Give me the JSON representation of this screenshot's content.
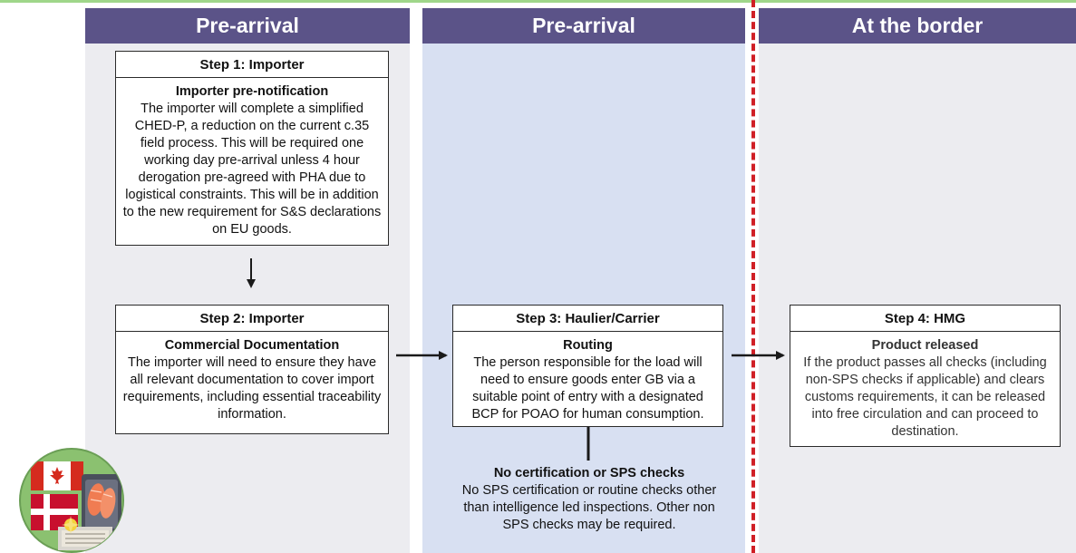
{
  "columns": [
    {
      "header": "Pre-arrival"
    },
    {
      "header": "Pre-arrival"
    },
    {
      "header": "At the border"
    }
  ],
  "steps": {
    "step1": {
      "title": "Step 1: Importer",
      "subtitle": "Importer pre-notification",
      "body": "The importer will complete a simplified CHED-P, a reduction on the current c.35 field process. This will be required one working day pre-arrival unless 4 hour derogation pre-agreed with PHA due to logistical constraints. This will be in addition to the new requirement for S&S declarations on EU goods."
    },
    "step2": {
      "title": "Step 2: Importer",
      "subtitle": "Commercial Documentation",
      "body": "The importer will need to ensure they have all relevant documentation to cover import requirements, including essential traceability information."
    },
    "step3": {
      "title": "Step 3: Haulier/Carrier",
      "subtitle": "Routing",
      "body": "The person responsible for the load will need to ensure goods enter GB via a suitable point of entry with a designated BCP for POAO for human consumption."
    },
    "step4": {
      "title": "Step 4: HMG",
      "subtitle": "Product released",
      "body": "If the product passes all checks (including non-SPS checks if applicable) and clears customs requirements, it can be released into free circulation and can proceed to destination."
    }
  },
  "note": {
    "title": "No certification or SPS checks",
    "body": "No SPS certification or routine checks other than intelligence led inspections. Other non SPS checks may be required."
  },
  "colors": {
    "header_bg": "#5b5388",
    "pre_arrival_bg": "#d8e0f2",
    "column_bg": "#ececf0",
    "border_line": "#d01f26",
    "badge_bg": "#8bc170"
  },
  "icons": [
    "canada-flag-icon",
    "denmark-flag-icon",
    "salmon-product-icon",
    "fish-fillet-icon"
  ]
}
